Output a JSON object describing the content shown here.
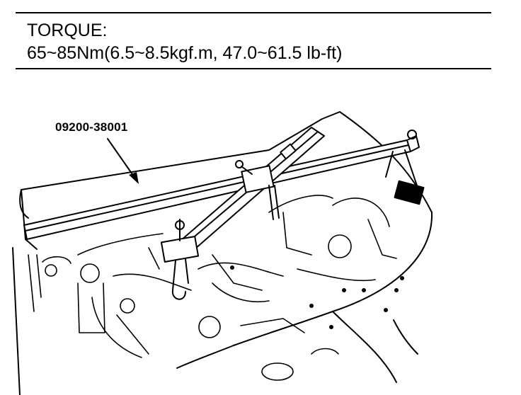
{
  "spec": {
    "title": "TORQUE:",
    "value": "65~85Nm(6.5~8.5kgf.m, 47.0~61.5 lb-ft)"
  },
  "callout": {
    "tool_number": "09200-38001"
  },
  "colors": {
    "ink": "#000000",
    "paper": "#ffffff"
  }
}
